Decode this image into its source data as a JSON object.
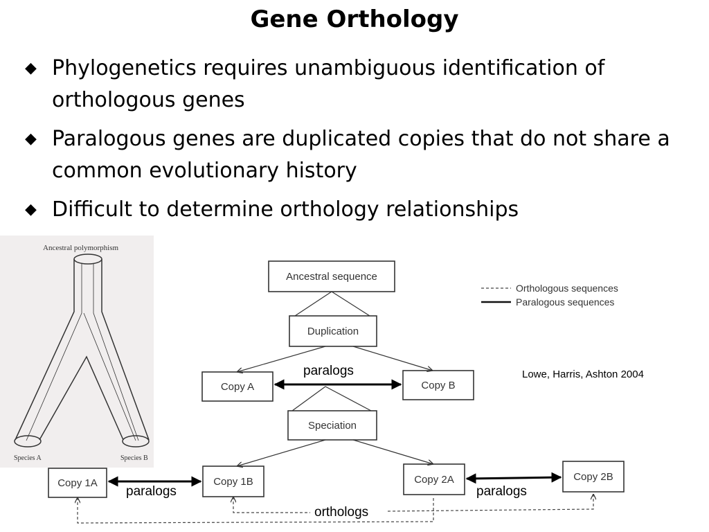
{
  "title": "Gene Orthology",
  "bullets": [
    "Phylogenetics requires unambiguous identification of orthologous genes",
    "Paralogous genes are duplicated copies that do not share a common evolutionary history",
    "Difficult to determine orthology relationships"
  ],
  "bullet_icon": "diamond-bullet-icon",
  "left_figure": {
    "caption": "Ancestral polymorphism",
    "species_a": "Species A",
    "species_b": "Species B"
  },
  "diagram": {
    "ancestral": "Ancestral sequence",
    "duplication": "Duplication",
    "speciation": "Speciation",
    "copy_a": "Copy A",
    "copy_b": "Copy B",
    "copy_1a": "Copy 1A",
    "copy_1b": "Copy 1B",
    "copy_2a": "Copy 2A",
    "copy_2b": "Copy 2B",
    "legend_orthologous": "Orthologous sequences",
    "legend_paralogous": "Paralogous sequences"
  },
  "annotations": {
    "paralogs_top": "paralogs",
    "paralogs_left": "paralogs",
    "paralogs_right": "paralogs",
    "orthologs": "orthologs",
    "citation": "Lowe, Harris, Ashton 2004"
  }
}
